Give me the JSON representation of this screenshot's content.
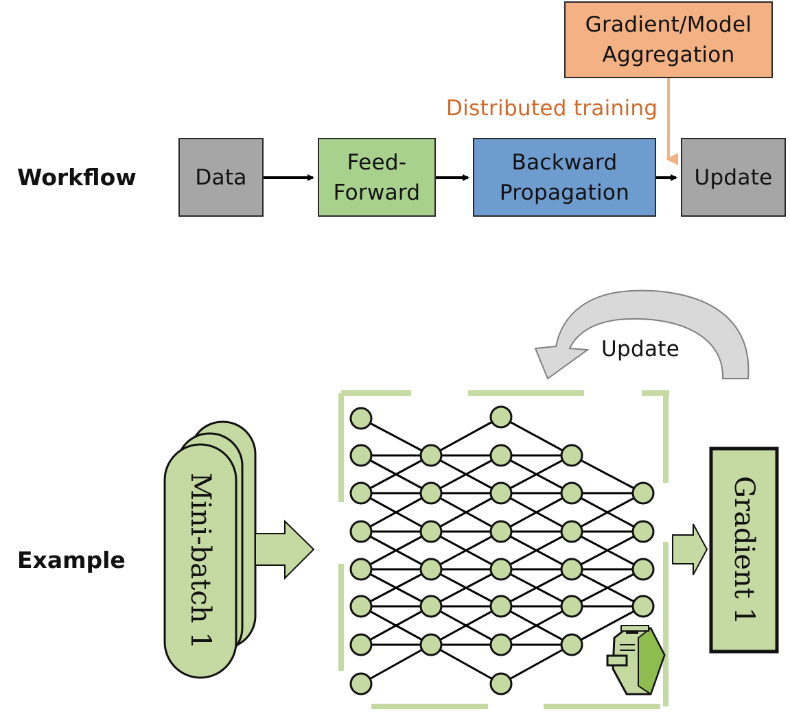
{
  "workflow": {
    "row_label": "Workflow",
    "agg_line1": "Gradient/Model",
    "agg_line2": "Aggregation",
    "distributed_label": "Distributed training",
    "data_label": "Data",
    "ff_line1": "Feed-",
    "ff_line2": "Forward",
    "bp_line1": "Backward",
    "bp_line2": "Propagation",
    "update_label": "Update"
  },
  "example": {
    "row_label": "Example",
    "minibatch_label": "Mini-batch 1",
    "gradient_label": "Gradient 1",
    "update_label": "Update"
  },
  "colors": {
    "gray_box": "#a6a6a6",
    "green_box": "#a9d18e",
    "blue_box": "#6f9ccf",
    "orange_box": "#f4b183",
    "orange_text": "#d2692a",
    "node_fill": "#c5d9a2",
    "panel_green": "#c5d9a2",
    "arrow_gray": "#d9d9d9"
  }
}
